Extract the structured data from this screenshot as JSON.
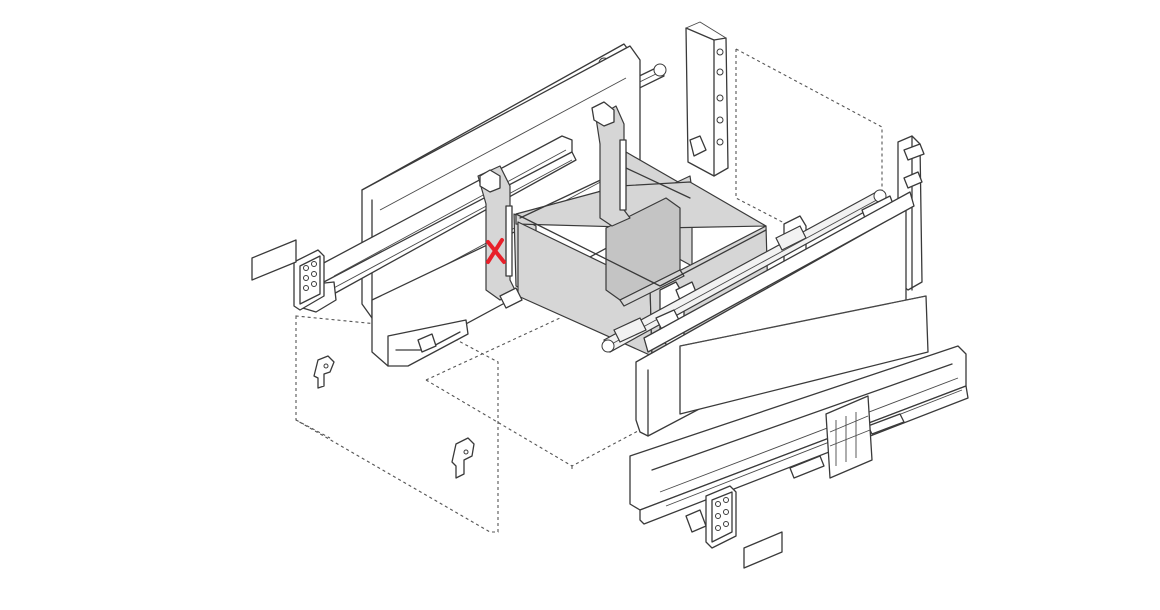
{
  "diagram": {
    "description_text": "",
    "parts": [
      {
        "name": "left-drawer-side",
        "label": ""
      },
      {
        "name": "left-gallery-rails",
        "label": ""
      },
      {
        "name": "left-front-fixing-bracket",
        "label": ""
      },
      {
        "name": "left-runner-rail",
        "label": ""
      },
      {
        "name": "cabinet-side-panel-dashed",
        "label": ""
      },
      {
        "name": "cabinet-back-panel-dashed",
        "label": ""
      },
      {
        "name": "drawer-bottom-dashed",
        "label": ""
      },
      {
        "name": "inner-divider-frame",
        "label": ""
      },
      {
        "name": "back-wall-brackets",
        "label": ""
      },
      {
        "name": "right-drawer-side",
        "label": ""
      },
      {
        "name": "right-runner-rail",
        "label": ""
      },
      {
        "name": "right-front-fixing-bracket",
        "label": ""
      },
      {
        "name": "cover-caps",
        "label": ""
      },
      {
        "name": "hanging-hooks",
        "label": ""
      }
    ],
    "marker": {
      "symbol": "X",
      "color": "#e8202a"
    },
    "colors": {
      "line": "#3a3a3a",
      "fill_grey": "#d6d6d6",
      "background": "#ffffff"
    }
  }
}
